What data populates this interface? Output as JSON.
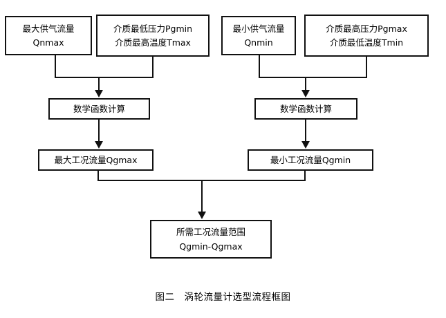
{
  "figure": {
    "caption_number": "图二",
    "caption_title": "涡轮流量计选型流程框图",
    "type": "flowchart",
    "background_color": "#ffffff",
    "line_color": "#111111",
    "text_color": "#000000"
  },
  "nodes": {
    "qnmax": {
      "line1": "最大供气流量",
      "line2": "Qnmax"
    },
    "pgmin": {
      "line1": "介质最低压力Pgmin",
      "line2": "介质最高温度Tmax"
    },
    "qnmin": {
      "line1": "最小供气流量",
      "line2": "Qnmin"
    },
    "pgmax": {
      "line1": "介质最高压力Pgmax",
      "line2": "介质最低温度Tmin"
    },
    "calc_left": {
      "line1": "数学函数计算"
    },
    "calc_right": {
      "line1": "数学函数计算"
    },
    "qgmax": {
      "line1": "最大工况流量Qgmax"
    },
    "qgmin": {
      "line1": "最小工况流量Qgmin"
    },
    "range": {
      "line1": "所需工况流量范围",
      "line2": "Qgmin-Qgmax"
    }
  },
  "edges": [
    {
      "from": "qnmax",
      "to": "calc_left",
      "style": "merge"
    },
    {
      "from": "pgmin",
      "to": "calc_left",
      "style": "merge"
    },
    {
      "from": "qnmin",
      "to": "calc_right",
      "style": "merge"
    },
    {
      "from": "pgmax",
      "to": "calc_right",
      "style": "merge"
    },
    {
      "from": "calc_left",
      "to": "qgmax",
      "style": "straight"
    },
    {
      "from": "calc_right",
      "to": "qgmin",
      "style": "straight"
    },
    {
      "from": "qgmax",
      "to": "range",
      "style": "merge"
    },
    {
      "from": "qgmin",
      "to": "range",
      "style": "merge"
    }
  ]
}
